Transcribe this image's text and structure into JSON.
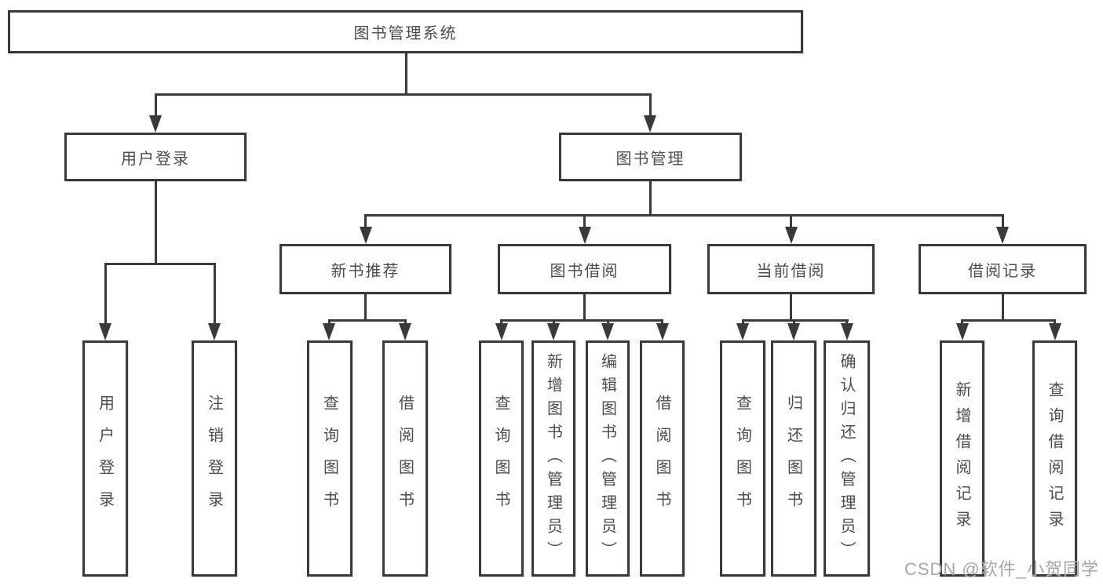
{
  "diagram": {
    "title": "图书管理系统",
    "root": {
      "label": "图书管理系统"
    },
    "branches": [
      {
        "label": "用户登录",
        "children": [
          {
            "label": "用户登录"
          },
          {
            "label": "注销登录"
          }
        ]
      },
      {
        "label": "图书管理",
        "children": [
          {
            "label": "新书推荐",
            "children": [
              {
                "label": "查询图书"
              },
              {
                "label": "借阅图书"
              }
            ]
          },
          {
            "label": "图书借阅",
            "children": [
              {
                "label": "查询图书"
              },
              {
                "label": "新增图书（管理员）"
              },
              {
                "label": "编辑图书（管理员）"
              },
              {
                "label": "借阅图书"
              }
            ]
          },
          {
            "label": "当前借阅",
            "children": [
              {
                "label": "查询图书"
              },
              {
                "label": "归还图书"
              },
              {
                "label": "确认归还（管理员）"
              }
            ]
          },
          {
            "label": "借阅记录",
            "children": [
              {
                "label": "新增借阅记录"
              },
              {
                "label": "查询借阅记录"
              }
            ]
          }
        ]
      }
    ]
  },
  "watermark": {
    "text": "CSDN @软件_小贺同学"
  },
  "colors": {
    "line": "#3a3a3a",
    "text": "#4c4c4c",
    "watermark": "#a6a6a6",
    "background": "#ffffff"
  }
}
